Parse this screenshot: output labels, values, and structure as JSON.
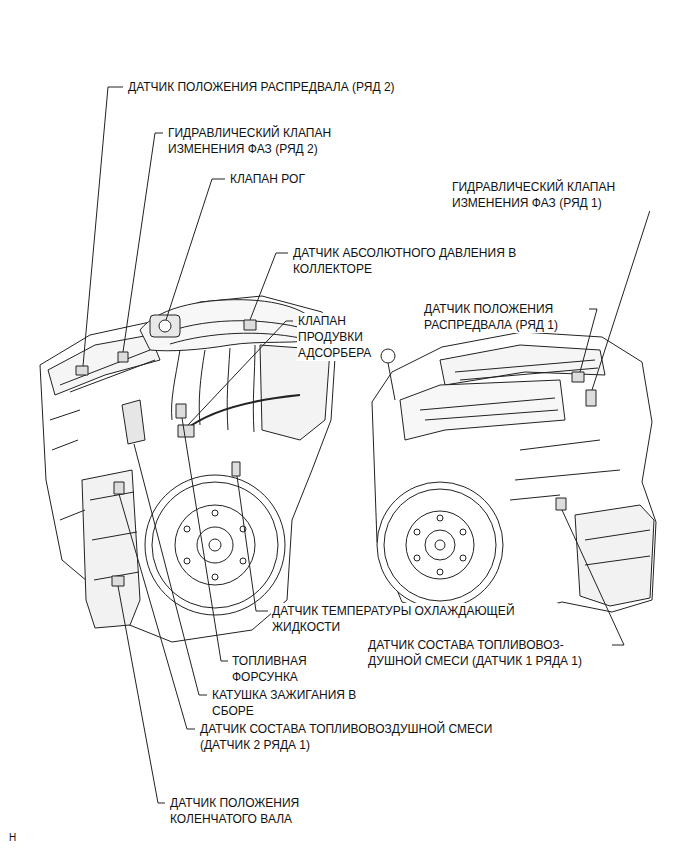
{
  "diagram": {
    "labels": [
      "ДАТЧИК ПОЛОЖЕНИЯ РАСПРЕДВАЛА (РЯД 2)",
      "ГИДРАВЛИЧЕСКИЙ КЛАПАН ИЗМЕНЕНИЯ ФАЗ (РЯД 2)",
      "КЛАПАН РОГ",
      "ГИДРАВЛИЧЕСКИЙ КЛАПАН ИЗМЕНЕНИЯ ФАЗ (РЯД 1)",
      "ДАТЧИК АБСОЛЮТНОГО ДАВЛЕНИЯ В КОЛЛЕКТОРЕ",
      "КЛАПАН ПРОДУВКИ АДСОРБЕРА",
      "ДАТЧИК ПОЛОЖЕНИЯ РАСПРЕДВАЛА (РЯД 1)",
      "ДАТЧИК ТЕМПЕРАТУРЫ ОХЛАЖДАЮЩЕЙ ЖИДКОСТИ",
      "ДАТЧИК СОСТАВА ТОПЛИВОВОЗ- ДУШНОЙ СМЕСИ (ДАТЧИК 1 РЯДА 1)",
      "ТОПЛИВНАЯ ФОРСУНКА",
      "КАТУШКА ЗАЖИГАНИЯ В СБОРЕ",
      "ДАТЧИК СОСТАВА ТОПЛИВОВОЗДУШНОЙ СМЕСИ (ДАТЧИК 2 РЯДА 1)",
      "ДАТЧИК ПОЛОЖЕНИЯ КОЛЕНЧАТОГО ВАЛА",
      "H"
    ]
  }
}
